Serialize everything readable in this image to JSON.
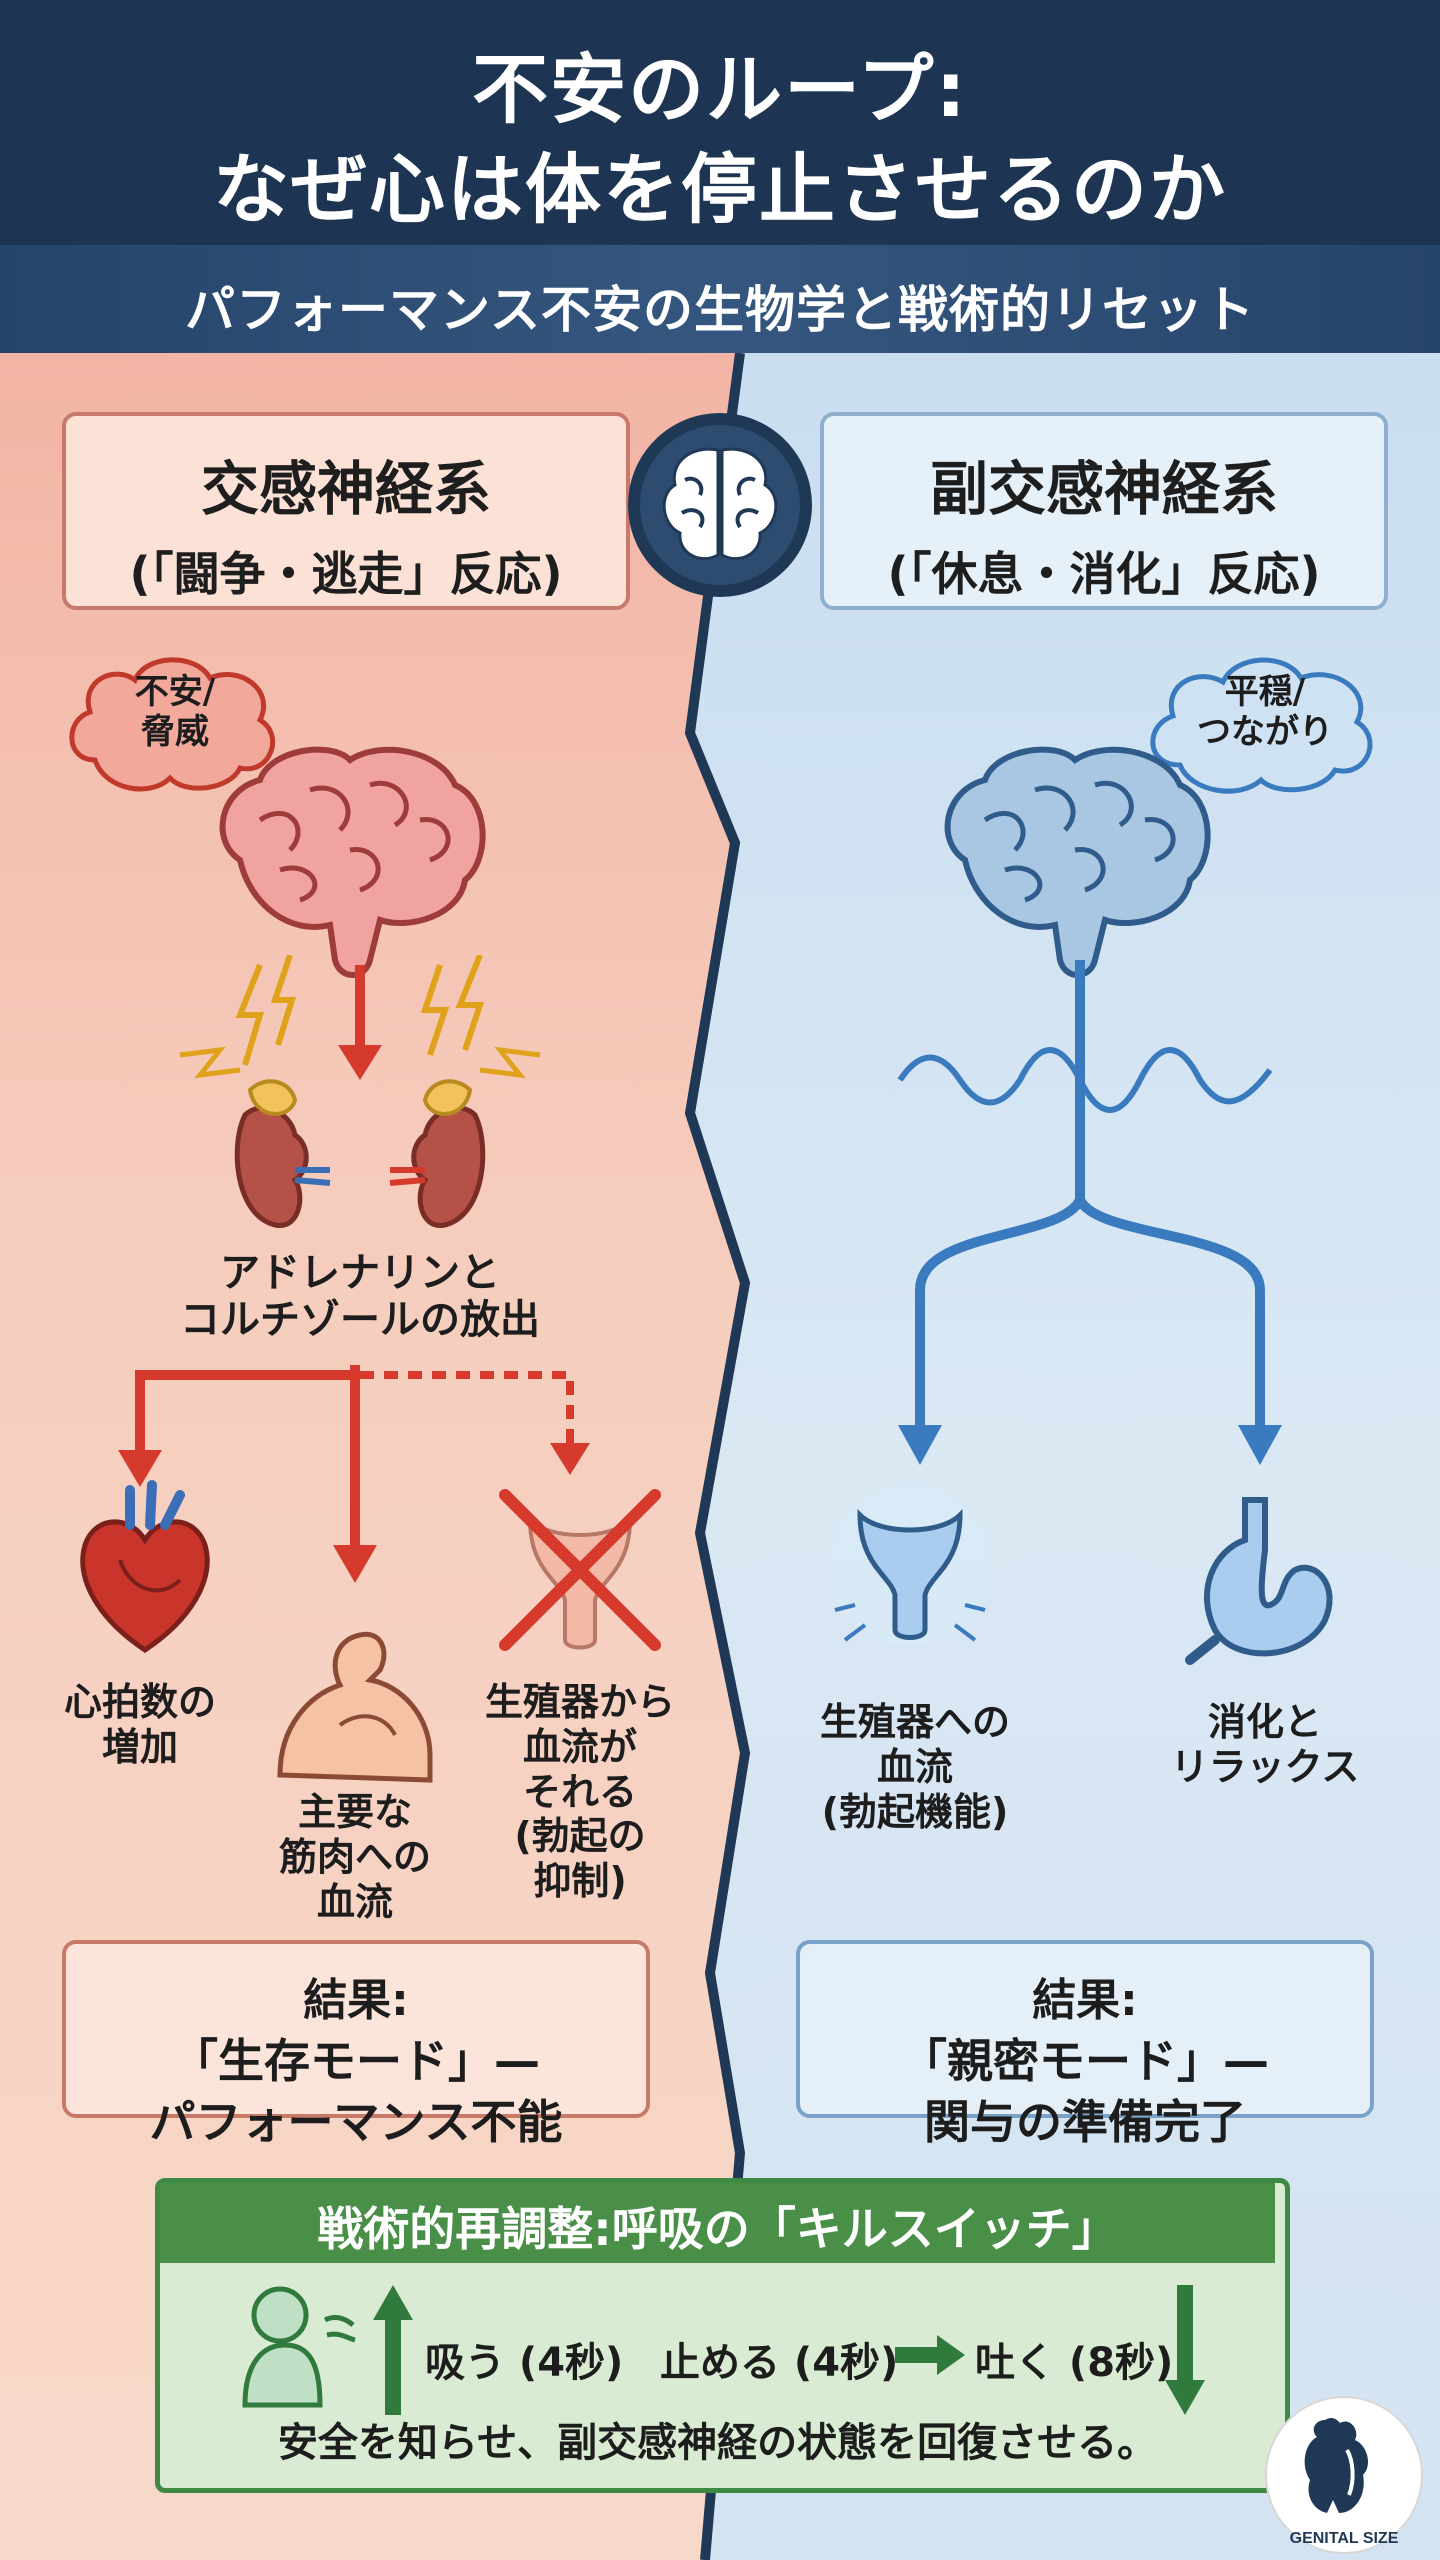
{
  "header": {
    "title_line1": "不安のループ:",
    "title_line2": "なぜ心は体を停止させるのか",
    "subtitle": "パフォーマンス不安の生物学と戦術的リセット"
  },
  "left": {
    "system_title": "交感神経系",
    "system_subtitle": "(「闘争・逃走」反応)",
    "thought_line1": "不安/",
    "thought_line2": "脅威",
    "hormone_line1": "アドレナリンと",
    "hormone_line2": "コルチゾールの放出",
    "effects": [
      {
        "lines": [
          "心拍数の",
          "増加"
        ]
      },
      {
        "lines": [
          "主要な",
          "筋肉への",
          "血流"
        ]
      },
      {
        "lines": [
          "生殖器から",
          "血流が",
          "それる",
          "(勃起の",
          "抑制)"
        ]
      }
    ],
    "result_label": "結果:",
    "result_line1": "「生存モード」—",
    "result_line2": "パフォーマンス不能"
  },
  "right": {
    "system_title": "副交感神経系",
    "system_subtitle": "(「休息・消化」反応)",
    "thought_line1": "平穏/",
    "thought_line2": "つながり",
    "effects": [
      {
        "lines": [
          "生殖器への",
          "血流",
          "(勃起機能)"
        ]
      },
      {
        "lines": [
          "消化と",
          "リラックス"
        ]
      }
    ],
    "result_label": "結果:",
    "result_line1": "「親密モード」—",
    "result_line2": "関与の準備完了"
  },
  "breathing": {
    "title": "戦術的再調整:呼吸の「キルスイッチ」",
    "inhale": "吸う (4秒)",
    "hold": "止める (4秒)",
    "exhale": "吐く (8秒)",
    "footer": "安全を知らせ、副交感神経の状態を回復させる。"
  },
  "logo": {
    "text": "GENITAL SIZE"
  },
  "colors": {
    "header_bg": "#1d3552",
    "left_accent": "#d63a2c",
    "right_accent": "#3a7bbf",
    "breath_green": "#4a8f47"
  }
}
